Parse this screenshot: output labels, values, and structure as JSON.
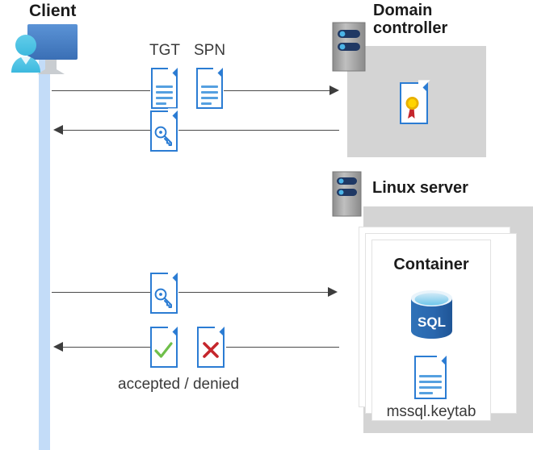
{
  "diagram": {
    "title_client": "Client",
    "title_domain_controller": "Domain controller",
    "title_domain_controller_line1": "Domain",
    "title_domain_controller_line2": "controller",
    "title_linux_server": "Linux server",
    "title_container": "Container",
    "keytab_file": "mssql.keytab",
    "label_tgt": "TGT",
    "label_spn": "SPN",
    "label_accepted_denied": "accepted / denied",
    "sql_icon_text": "SQL"
  },
  "icons": {
    "client": "user-with-monitor-icon",
    "server": "server-rack-icon",
    "certificate": "certificate-document-icon",
    "ticket": "key-document-icon",
    "document": "text-document-icon",
    "approved": "check-document-icon",
    "denied": "x-document-icon",
    "database": "sql-database-icon"
  },
  "flows": [
    {
      "id": "flow-1",
      "direction": "right",
      "from": "client",
      "to": "domain-controller",
      "payloads": [
        "TGT",
        "SPN"
      ]
    },
    {
      "id": "flow-2",
      "direction": "left",
      "from": "domain-controller",
      "to": "client",
      "payloads": [
        "service-ticket"
      ]
    },
    {
      "id": "flow-3",
      "direction": "right",
      "from": "client",
      "to": "linux-server",
      "payloads": [
        "service-ticket"
      ]
    },
    {
      "id": "flow-4",
      "direction": "left",
      "from": "linux-server",
      "to": "client",
      "payloads": [
        "accepted",
        "denied"
      ],
      "caption": "accepted / denied"
    }
  ],
  "colors": {
    "panel_gray": "#d4d4d4",
    "lifeline_blue": "#c3dcf8",
    "doc_blue": "#2b7cd3",
    "arrow_gray": "#4a4a4a",
    "text_dark": "#1b1b1b",
    "text_body": "#3a3a3a",
    "check_green": "#6fbf4a",
    "cross_red": "#c5262c",
    "sql_blue": "#2a6fbb",
    "cert_gold": "#ffc000",
    "cert_red": "#c5262c",
    "server_gray": "#9b9b9b",
    "server_navy": "#1f3864"
  }
}
